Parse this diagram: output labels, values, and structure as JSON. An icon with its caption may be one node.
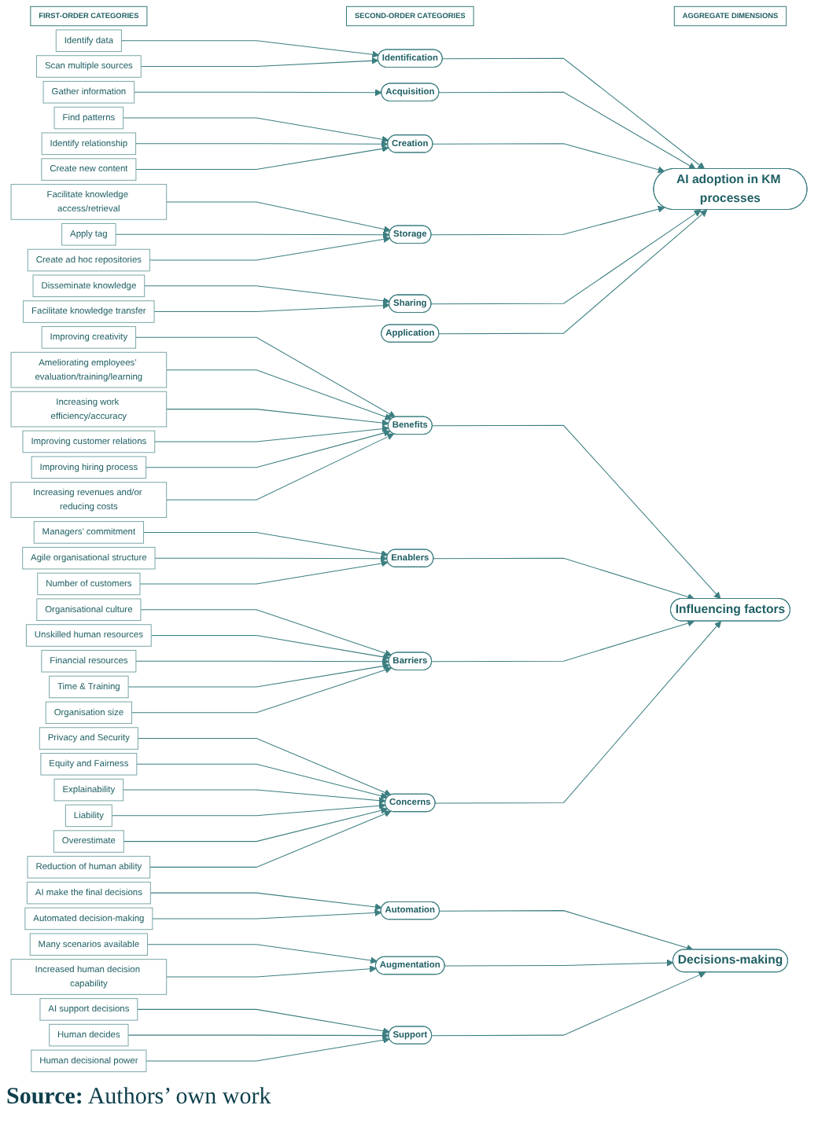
{
  "diagram": {
    "caption": "**Source:** Authors’ own work",
    "nodes": [
      {
        "text": [
          "FIRST-ORDER CATEGORIES"
        ]
      },
      {
        "text": [
          "SECOND-ORDER CATEGORIES"
        ]
      },
      {
        "text": [
          "AGGREGATE DIMENSIONS"
        ]
      },
      {
        "text": [
          "Identify data"
        ]
      },
      {
        "text": [
          "Scan multiple sources"
        ]
      },
      {
        "text": [
          "Gather information"
        ]
      },
      {
        "text": [
          "Find patterns"
        ]
      },
      {
        "text": [
          "Identify relationship"
        ]
      },
      {
        "text": [
          "Create new content"
        ]
      },
      {
        "text": [
          "Facilitate knowledge access/retrieval"
        ]
      },
      {
        "text": [
          "Apply tag"
        ]
      },
      {
        "text": [
          "Create ad hoc repositories"
        ]
      },
      {
        "text": [
          "Disseminate knowledge"
        ]
      },
      {
        "text": [
          "Facilitate knowledge transfer"
        ]
      },
      {
        "text": [
          "Improving creativity"
        ]
      },
      {
        "text": [
          "Ameliorating employees’ evaluation/training/learning"
        ]
      },
      {
        "text": [
          "Increasing work efficiency/accuracy"
        ]
      },
      {
        "text": [
          "Improving customer relations"
        ]
      },
      {
        "text": [
          "Improving hiring process"
        ]
      },
      {
        "text": [
          "Increasing revenues and/or reducing costs"
        ]
      },
      {
        "text": [
          "Managers’ commitment"
        ]
      },
      {
        "text": [
          "Agile organisational structure"
        ]
      },
      {
        "text": [
          "Number of customers"
        ]
      },
      {
        "text": [
          "Organisational culture"
        ]
      },
      {
        "text": [
          "Unskilled human resources"
        ]
      },
      {
        "text": [
          "Financial resources"
        ]
      },
      {
        "text": [
          "Time & Training"
        ]
      },
      {
        "text": [
          "Organisation size"
        ]
      },
      {
        "text": [
          "Privacy and Security"
        ]
      },
      {
        "text": [
          "Equity and Fairness"
        ]
      },
      {
        "text": [
          "Explainability"
        ]
      },
      {
        "text": [
          "Liability"
        ]
      },
      {
        "text": [
          "Overestimate"
        ]
      },
      {
        "text": [
          "Reduction of human ability"
        ]
      },
      {
        "text": [
          "AI make the final decisions"
        ]
      },
      {
        "text": [
          "Automated decision-making"
        ]
      },
      {
        "text": [
          "Many scenarios available"
        ]
      },
      {
        "text": [
          "Increased human decision capability"
        ]
      },
      {
        "text": [
          "AI support decisions"
        ]
      },
      {
        "text": [
          "Human decides"
        ]
      },
      {
        "text": [
          "Human decisional power"
        ]
      },
      {
        "text": [
          "Identification"
        ]
      },
      {
        "text": [
          "Acquisition"
        ]
      },
      {
        "text": [
          "Creation"
        ]
      },
      {
        "text": [
          "Storage"
        ]
      },
      {
        "text": [
          "Sharing"
        ]
      },
      {
        "text": [
          "Application"
        ]
      },
      {
        "text": [
          "Benefits"
        ]
      },
      {
        "text": [
          "Enablers"
        ]
      },
      {
        "text": [
          "Barriers"
        ]
      },
      {
        "text": [
          "Concerns"
        ]
      },
      {
        "text": [
          "Automation"
        ]
      },
      {
        "text": [
          "Augmentation"
        ]
      },
      {
        "text": [
          "Support"
        ]
      },
      {
        "text": [
          "AI adoption in KM processes"
        ]
      },
      {
        "text": [
          "Influencing factors"
        ]
      },
      {
        "text": [
          "Decisions-making"
        ]
      }
    ],
    "edges": [
      {
        "from": 3,
        "to": 41,
        "arrow": "to"
      },
      {
        "from": 4,
        "to": 41,
        "arrow": "to"
      },
      {
        "from": 5,
        "to": 42,
        "arrow": "to"
      },
      {
        "from": 6,
        "to": 43,
        "arrow": "to"
      },
      {
        "from": 7,
        "to": 43,
        "arrow": "to"
      },
      {
        "from": 8,
        "to": 43,
        "arrow": "to"
      },
      {
        "from": 9,
        "to": 44,
        "arrow": "to"
      },
      {
        "from": 10,
        "to": 44,
        "arrow": "to"
      },
      {
        "from": 11,
        "to": 44,
        "arrow": "to"
      },
      {
        "from": 12,
        "to": 45,
        "arrow": "to"
      },
      {
        "from": 13,
        "to": 45,
        "arrow": "to"
      },
      {
        "from": 14,
        "to": 47,
        "arrow": "to"
      },
      {
        "from": 15,
        "to": 47,
        "arrow": "to"
      },
      {
        "from": 16,
        "to": 47,
        "arrow": "to"
      },
      {
        "from": 17,
        "to": 47,
        "arrow": "to"
      },
      {
        "from": 18,
        "to": 47,
        "arrow": "to"
      },
      {
        "from": 19,
        "to": 47,
        "arrow": "to"
      },
      {
        "from": 20,
        "to": 48,
        "arrow": "to"
      },
      {
        "from": 21,
        "to": 48,
        "arrow": "to"
      },
      {
        "from": 22,
        "to": 48,
        "arrow": "to"
      },
      {
        "from": 23,
        "to": 49,
        "arrow": "to"
      },
      {
        "from": 24,
        "to": 49,
        "arrow": "to"
      },
      {
        "from": 25,
        "to": 49,
        "arrow": "to"
      },
      {
        "from": 26,
        "to": 49,
        "arrow": "to"
      },
      {
        "from": 27,
        "to": 49,
        "arrow": "to"
      },
      {
        "from": 28,
        "to": 50,
        "arrow": "to"
      },
      {
        "from": 29,
        "to": 50,
        "arrow": "to"
      },
      {
        "from": 30,
        "to": 50,
        "arrow": "to"
      },
      {
        "from": 31,
        "to": 50,
        "arrow": "to"
      },
      {
        "from": 32,
        "to": 50,
        "arrow": "to"
      },
      {
        "from": 33,
        "to": 50,
        "arrow": "to"
      },
      {
        "from": 34,
        "to": 51,
        "arrow": "to"
      },
      {
        "from": 35,
        "to": 51,
        "arrow": "to"
      },
      {
        "from": 36,
        "to": 52,
        "arrow": "to"
      },
      {
        "from": 37,
        "to": 52,
        "arrow": "to"
      },
      {
        "from": 38,
        "to": 53,
        "arrow": "to"
      },
      {
        "from": 39,
        "to": 53,
        "arrow": "to"
      },
      {
        "from": 40,
        "to": 53,
        "arrow": "to"
      },
      {
        "from": 41,
        "to": 54,
        "arrow": "to"
      },
      {
        "from": 42,
        "to": 54,
        "arrow": "to"
      },
      {
        "from": 43,
        "to": 54,
        "arrow": "to"
      },
      {
        "from": 44,
        "to": 54,
        "arrow": "to"
      },
      {
        "from": 45,
        "to": 54,
        "arrow": "to"
      },
      {
        "from": 46,
        "to": 54,
        "arrow": "to"
      },
      {
        "from": 47,
        "to": 55,
        "arrow": "to"
      },
      {
        "from": 48,
        "to": 55,
        "arrow": "to"
      },
      {
        "from": 49,
        "to": 55,
        "arrow": "to"
      },
      {
        "from": 50,
        "to": 55,
        "arrow": "to"
      },
      {
        "from": 51,
        "to": 56,
        "arrow": "to"
      },
      {
        "from": 52,
        "to": 56,
        "arrow": "to"
      },
      {
        "from": 53,
        "to": 56,
        "arrow": "to"
      }
    ]
  }
}
